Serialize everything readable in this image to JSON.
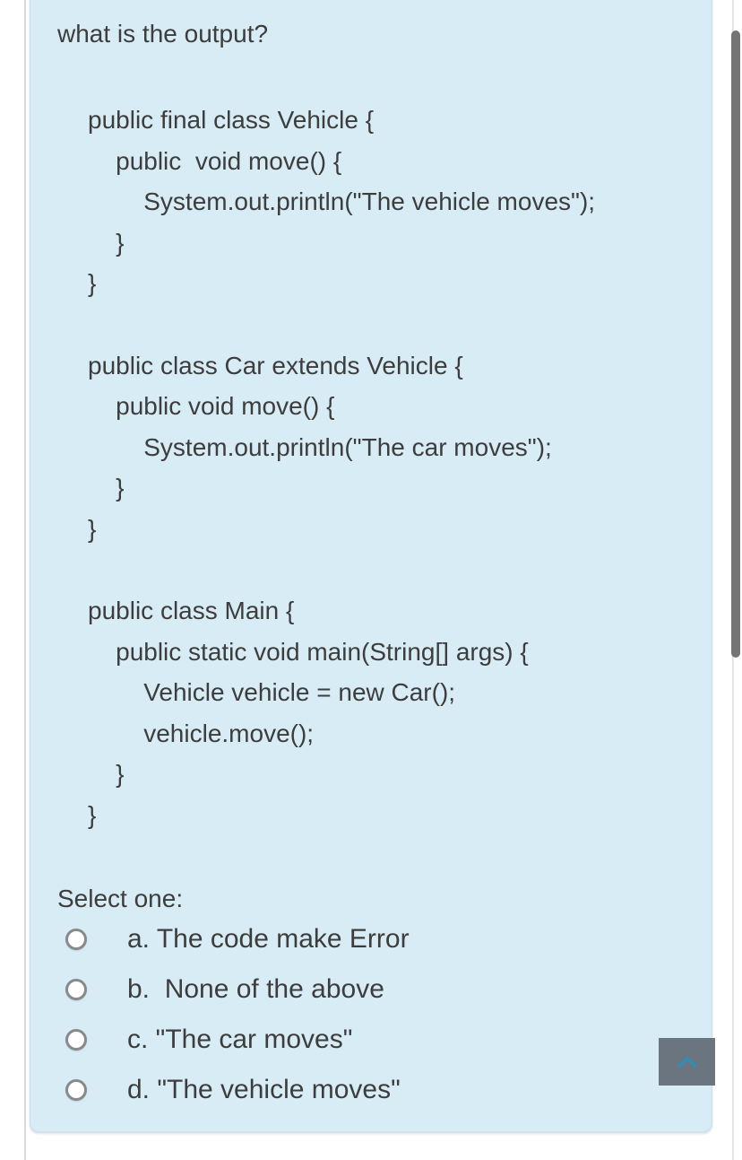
{
  "colors": {
    "page_bg": "#ffffff",
    "card_bg": "#d8ecf5",
    "card_border": "#c3e1ee",
    "text": "#3d3d3d",
    "radio_border": "#898989",
    "scrollbar_thumb": "#747474",
    "scroll_button_bg": "#6b7580",
    "scroll_button_icon": "#2b8fba",
    "divider": "#d9dadb"
  },
  "question": {
    "prompt": "what is the output?",
    "code_blocks": [
      {
        "lines": [
          "public final class Vehicle {",
          "    public  void move() {",
          "        System.out.println(\"The vehicle moves\");",
          "    }",
          "}"
        ]
      },
      {
        "lines": [
          "public class Car extends Vehicle {",
          "    public void move() {",
          "        System.out.println(\"The car moves\");",
          "    }",
          "}"
        ]
      },
      {
        "lines": [
          "public class Main {",
          "    public static void main(String[] args) {",
          "        Vehicle vehicle = new Car();",
          "        vehicle.move();",
          "    }",
          "}"
        ]
      }
    ],
    "select_label": "Select one:",
    "options": [
      {
        "label": "a. The code make Error"
      },
      {
        "label": "b.  None of the above"
      },
      {
        "label": "c. \"The car moves\""
      },
      {
        "label": "d. \"The vehicle moves\""
      }
    ]
  },
  "scroll_to_top": {
    "icon": "chevron-up"
  }
}
